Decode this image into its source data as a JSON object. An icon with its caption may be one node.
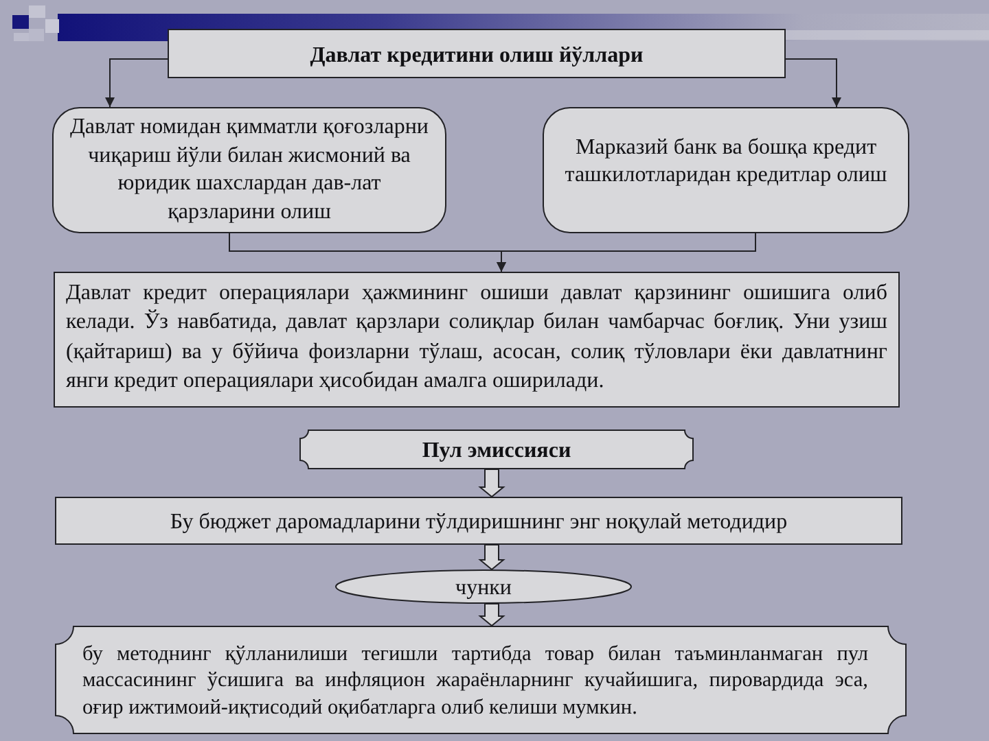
{
  "diagram": {
    "nodes": [
      {
        "text": [
          "Давлат кредитини олиш йўллари"
        ]
      },
      {
        "text": [
          "Давлат номидан қимматли қоғозларни чиқариш йўли билан жисмоний ва юридик шахслардан дав-лат қарзларини олиш"
        ]
      },
      {
        "text": [
          "Марказий банк ва бошқа кредит ташкилотларидан кредитлар олиш"
        ]
      },
      {
        "text": [
          "Давлат кредит операциялари ҳажмининг ошиши давлат қарзининг ошишига олиб келади. Ўз навбатида, давлат қарзлари солиқлар билан чамбарчас боғлиқ. Уни узиш (қайтариш) ва у бўйича фоизларни тўлаш, асосан, солиқ тўловлари ёки давлатнинг янги кредит операциялари ҳисобидан амалга оширилади."
        ]
      },
      {
        "text": [
          "Пул эмиссияси"
        ]
      },
      {
        "text": [
          "Бу бюджет даромадларини тўлдиришнинг энг ноқулай методидир"
        ]
      },
      {
        "text": [
          "чунки"
        ]
      },
      {
        "text": [
          "бу методнинг қўлланилиши тегишли тартибда товар билан таъминланмаган пул массасининг ўсишига ва инфляцион жараёнларнинг кучайишига, пировардида эса, оғир ижтимоий-иқтисодий оқибатларга олиб келиши мумкин."
        ]
      }
    ],
    "edges": [
      {
        "from": 0,
        "to": 1,
        "arrow": "to"
      },
      {
        "from": 0,
        "to": 2,
        "arrow": "to"
      },
      {
        "from": 1,
        "to": 3,
        "arrow": "to"
      },
      {
        "from": 2,
        "to": 3,
        "arrow": "to"
      },
      {
        "from": 4,
        "to": 5,
        "arrow": "to",
        "style": "thick"
      },
      {
        "from": 5,
        "to": 6,
        "arrow": "to",
        "style": "thick"
      },
      {
        "from": 6,
        "to": 7,
        "arrow": "to",
        "style": "thick"
      }
    ]
  }
}
